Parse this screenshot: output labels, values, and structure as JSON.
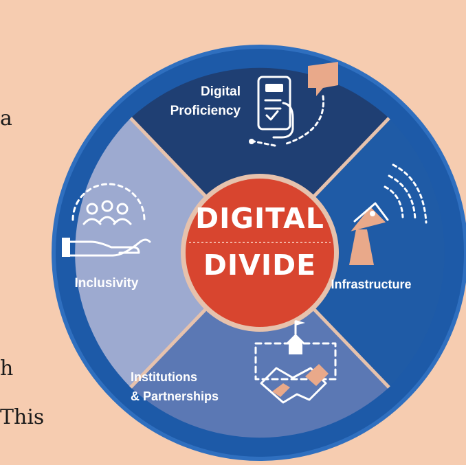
{
  "background_text": {
    "line1": "a",
    "line2": "h",
    "line3": "This"
  },
  "diagram": {
    "center": {
      "top": "DIGITAL",
      "bottom": "DIVIDE"
    },
    "segments": [
      {
        "label_line1": "Digital",
        "label_line2": "Proficiency"
      },
      {
        "label_line1": "Infrastructure"
      },
      {
        "label_line1": "Institutions",
        "label_line2": "& Partnerships"
      },
      {
        "label_line1": "Inclusivity"
      }
    ]
  },
  "colors": {
    "background": "#f6ccb0",
    "outer_ring": "#1d5aa8",
    "digital_proficiency": "#1f3f73",
    "infrastructure": "#1f5ba6",
    "institutions": "#5b78b4",
    "inclusivity": "#9daad0",
    "center": "#d8452f"
  }
}
